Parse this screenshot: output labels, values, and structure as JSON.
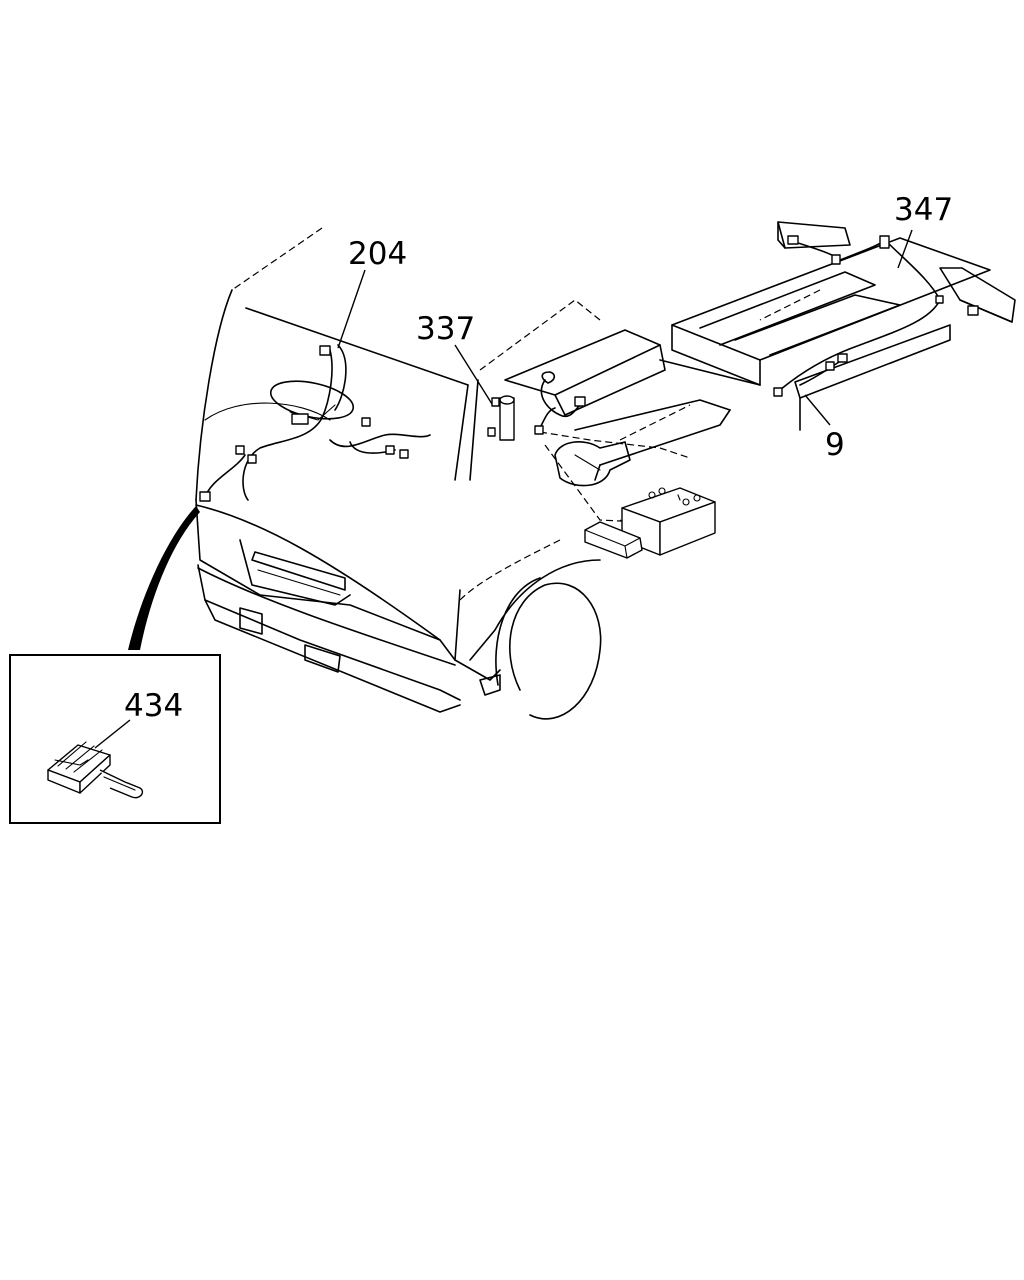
{
  "callouts": [
    {
      "id": "harness-cab",
      "label": "204"
    },
    {
      "id": "sensor",
      "label": "337"
    },
    {
      "id": "harness-chassis-rear",
      "label": "347"
    },
    {
      "id": "harness-chassis",
      "label": "9"
    },
    {
      "id": "connector",
      "label": "434"
    }
  ],
  "colors": {
    "line": "#000000",
    "background": "#ffffff"
  }
}
